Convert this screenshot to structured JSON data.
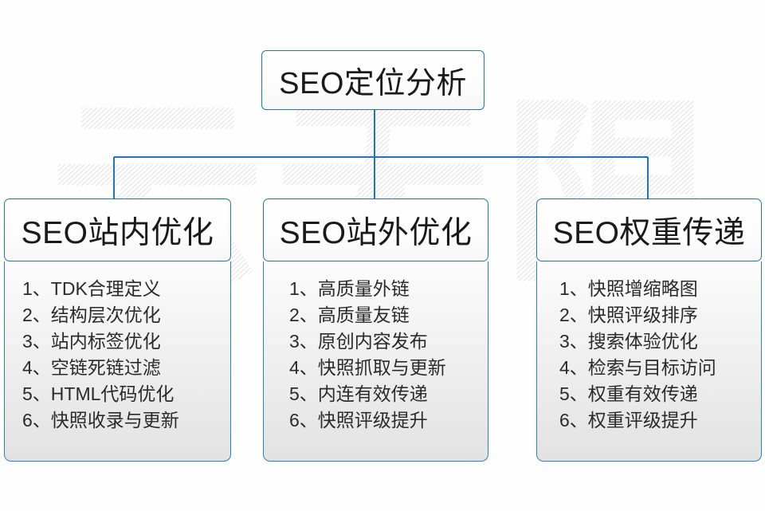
{
  "diagram": {
    "title": "SEO定位分析",
    "root": {
      "label": "SEO定位分析"
    },
    "watermark": {
      "text": "云无限"
    },
    "colors": {
      "border": "#1f75bc",
      "body_border": "#2f7fc1",
      "text": "#1a1a1a",
      "item_text": "#2b2b2b",
      "connector": "#1f75bc",
      "watermark": "#787878"
    },
    "columns": [
      {
        "header": "SEO站内优化",
        "items": [
          {
            "num": "1、",
            "label": "TDK合理定义"
          },
          {
            "num": "2、",
            "label": "结构层次优化"
          },
          {
            "num": "3、",
            "label": "站内标签优化"
          },
          {
            "num": "4、",
            "label": "空链死链过滤"
          },
          {
            "num": "5、",
            "label": "HTML代码优化"
          },
          {
            "num": "6、",
            "label": "快照收录与更新"
          }
        ]
      },
      {
        "header": "SEO站外优化",
        "items": [
          {
            "num": "1、",
            "label": "高质量外链"
          },
          {
            "num": "2、",
            "label": "高质量友链"
          },
          {
            "num": "3、",
            "label": "原创内容发布"
          },
          {
            "num": "4、",
            "label": "快照抓取与更新"
          },
          {
            "num": "5、",
            "label": "内连有效传递"
          },
          {
            "num": "6、",
            "label": "快照评级提升"
          }
        ]
      },
      {
        "header": "SEO权重传递",
        "items": [
          {
            "num": "1、",
            "label": "快照增缩略图"
          },
          {
            "num": "2、",
            "label": "快照评级排序"
          },
          {
            "num": "3、",
            "label": "搜索体验优化"
          },
          {
            "num": "4、",
            "label": "检索与目标访问"
          },
          {
            "num": "5、",
            "label": "权重有效传递"
          },
          {
            "num": "6、",
            "label": "权重评级提升"
          }
        ]
      }
    ]
  }
}
